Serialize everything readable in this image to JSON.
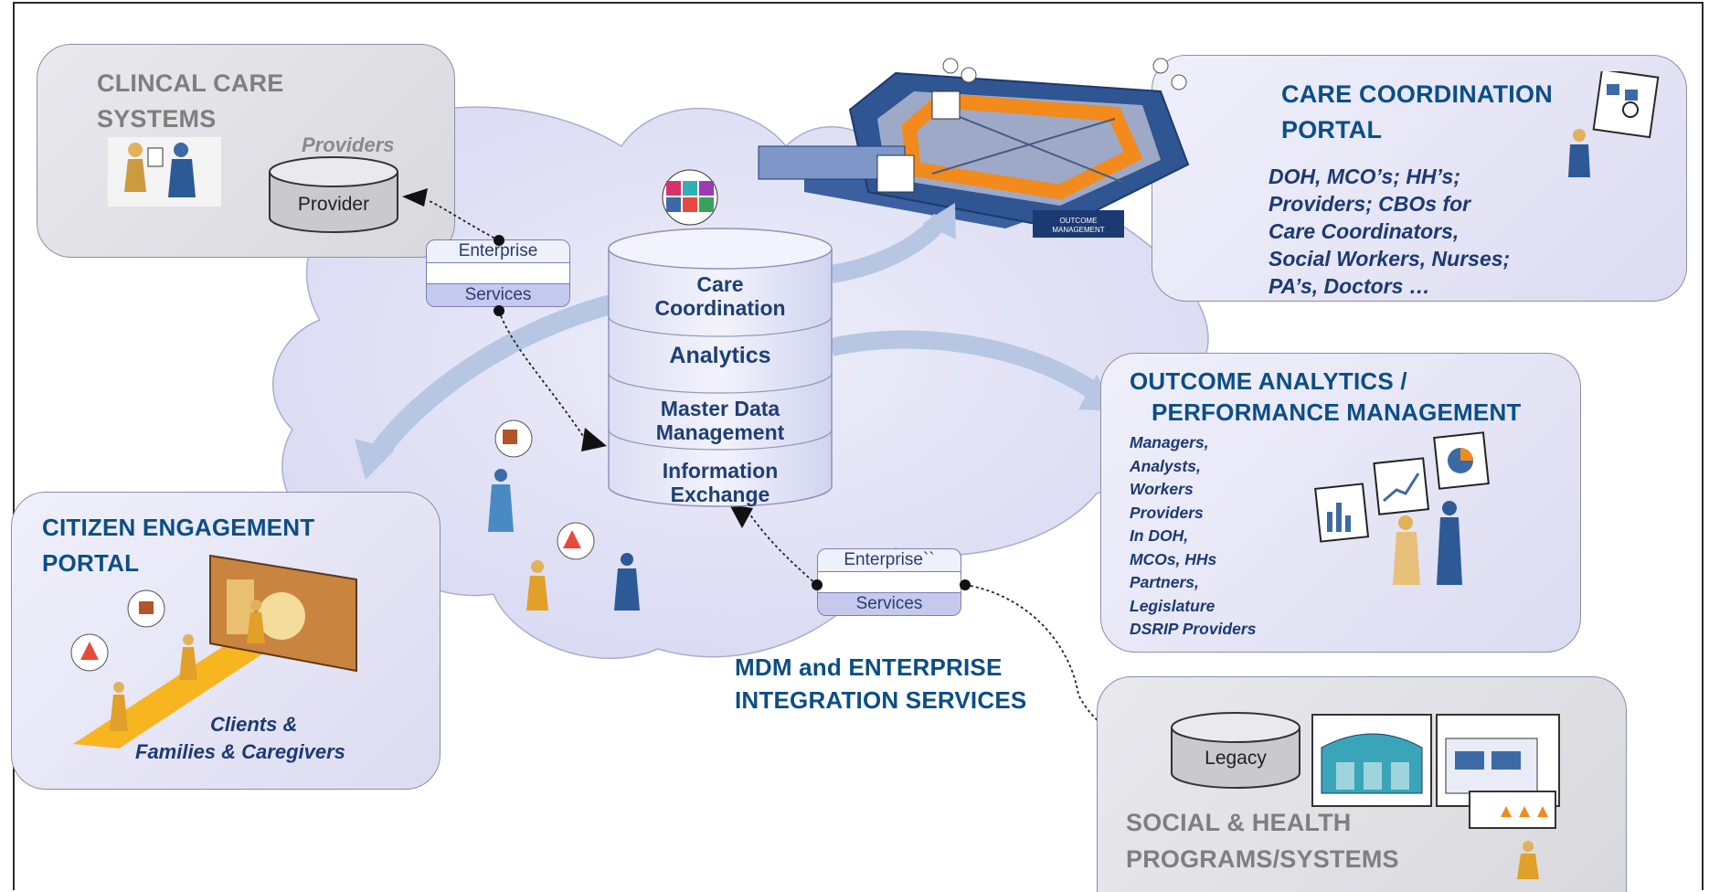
{
  "clinical": {
    "title_l1": "CLINCAL CARE",
    "title_l2": "SYSTEMS",
    "providers_label": "Providers",
    "db_label": "Provider"
  },
  "care_portal": {
    "title_l1": "CARE COORDINATION",
    "title_l2": "PORTAL",
    "lines": [
      "DOH, MCO’s; HH’s;",
      "Providers; CBOs for",
      "Care Coordinators,",
      "Social Workers, Nurses;",
      "PA’s, Doctors …"
    ]
  },
  "enterprise_top": {
    "top": "Enterprise",
    "bottom": "Services"
  },
  "enterprise_bottom": {
    "top": "Enterprise``",
    "bottom": "Services"
  },
  "hub": {
    "care_l1": "Care",
    "care_l2": "Coordination",
    "analytics": "Analytics",
    "mdm_l1": "Master Data",
    "mdm_l2": "Management",
    "ie_l1": "Information",
    "ie_l2": "Exchange"
  },
  "outcome": {
    "title_l1": "OUTCOME ANALYTICS  /",
    "title_l2": "PERFORMANCE MANAGEMENT",
    "lines": [
      "Managers,",
      "Analysts,",
      "Workers",
      "Providers",
      "In DOH,",
      "MCOs, HHs",
      "Partners,",
      "Legislature",
      "DSRIP Providers"
    ]
  },
  "citizen": {
    "title_l1": "CITIZEN ENGAGEMENT",
    "title_l2": "PORTAL",
    "sub_l1": "Clients &",
    "sub_l2": "Families & Caregivers"
  },
  "mdm_services": {
    "l1": "MDM and ENTERPRISE",
    "l2": "INTEGRATION SERVICES"
  },
  "outcome_sign": "OUTCOME MANAGEMENT",
  "social": {
    "title_l1": "SOCIAL & HEALTH",
    "title_l2": "PROGRAMS/SYSTEMS",
    "db_label": "Legacy"
  },
  "colors": {
    "accent": "#0b4e86",
    "cloud": "#e3e4f6",
    "orange": "#f28a1c",
    "arrow": "#b7c6e3"
  }
}
